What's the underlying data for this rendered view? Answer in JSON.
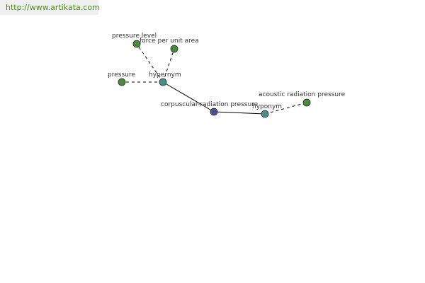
{
  "site": {
    "url_text": "http://www.artikata.com",
    "banner_color": "#f0f0f0",
    "link_color": "#4f8a1e"
  },
  "graph": {
    "colors": {
      "center_node": "#4b4f8f",
      "relation_node": "#4a8f8a",
      "term_node": "#4a8a3c",
      "edge": "#000000",
      "node_stroke": "#2a2a2a"
    },
    "center": {
      "id": "corpuscular-radiation-pressure",
      "label": "corpuscular-radiation pressure"
    },
    "relations": [
      {
        "id": "hypernym",
        "label": "hypernym",
        "terms": [
          {
            "id": "pressure-level",
            "label": "pressure level"
          },
          {
            "id": "force-per-unit-area",
            "label": "force per unit area"
          },
          {
            "id": "pressure",
            "label": "pressure"
          }
        ]
      },
      {
        "id": "hyponym",
        "label": "hyponym",
        "terms": [
          {
            "id": "acoustic-radiation-pressure",
            "label": "acoustic radiation pressure"
          }
        ]
      }
    ]
  }
}
